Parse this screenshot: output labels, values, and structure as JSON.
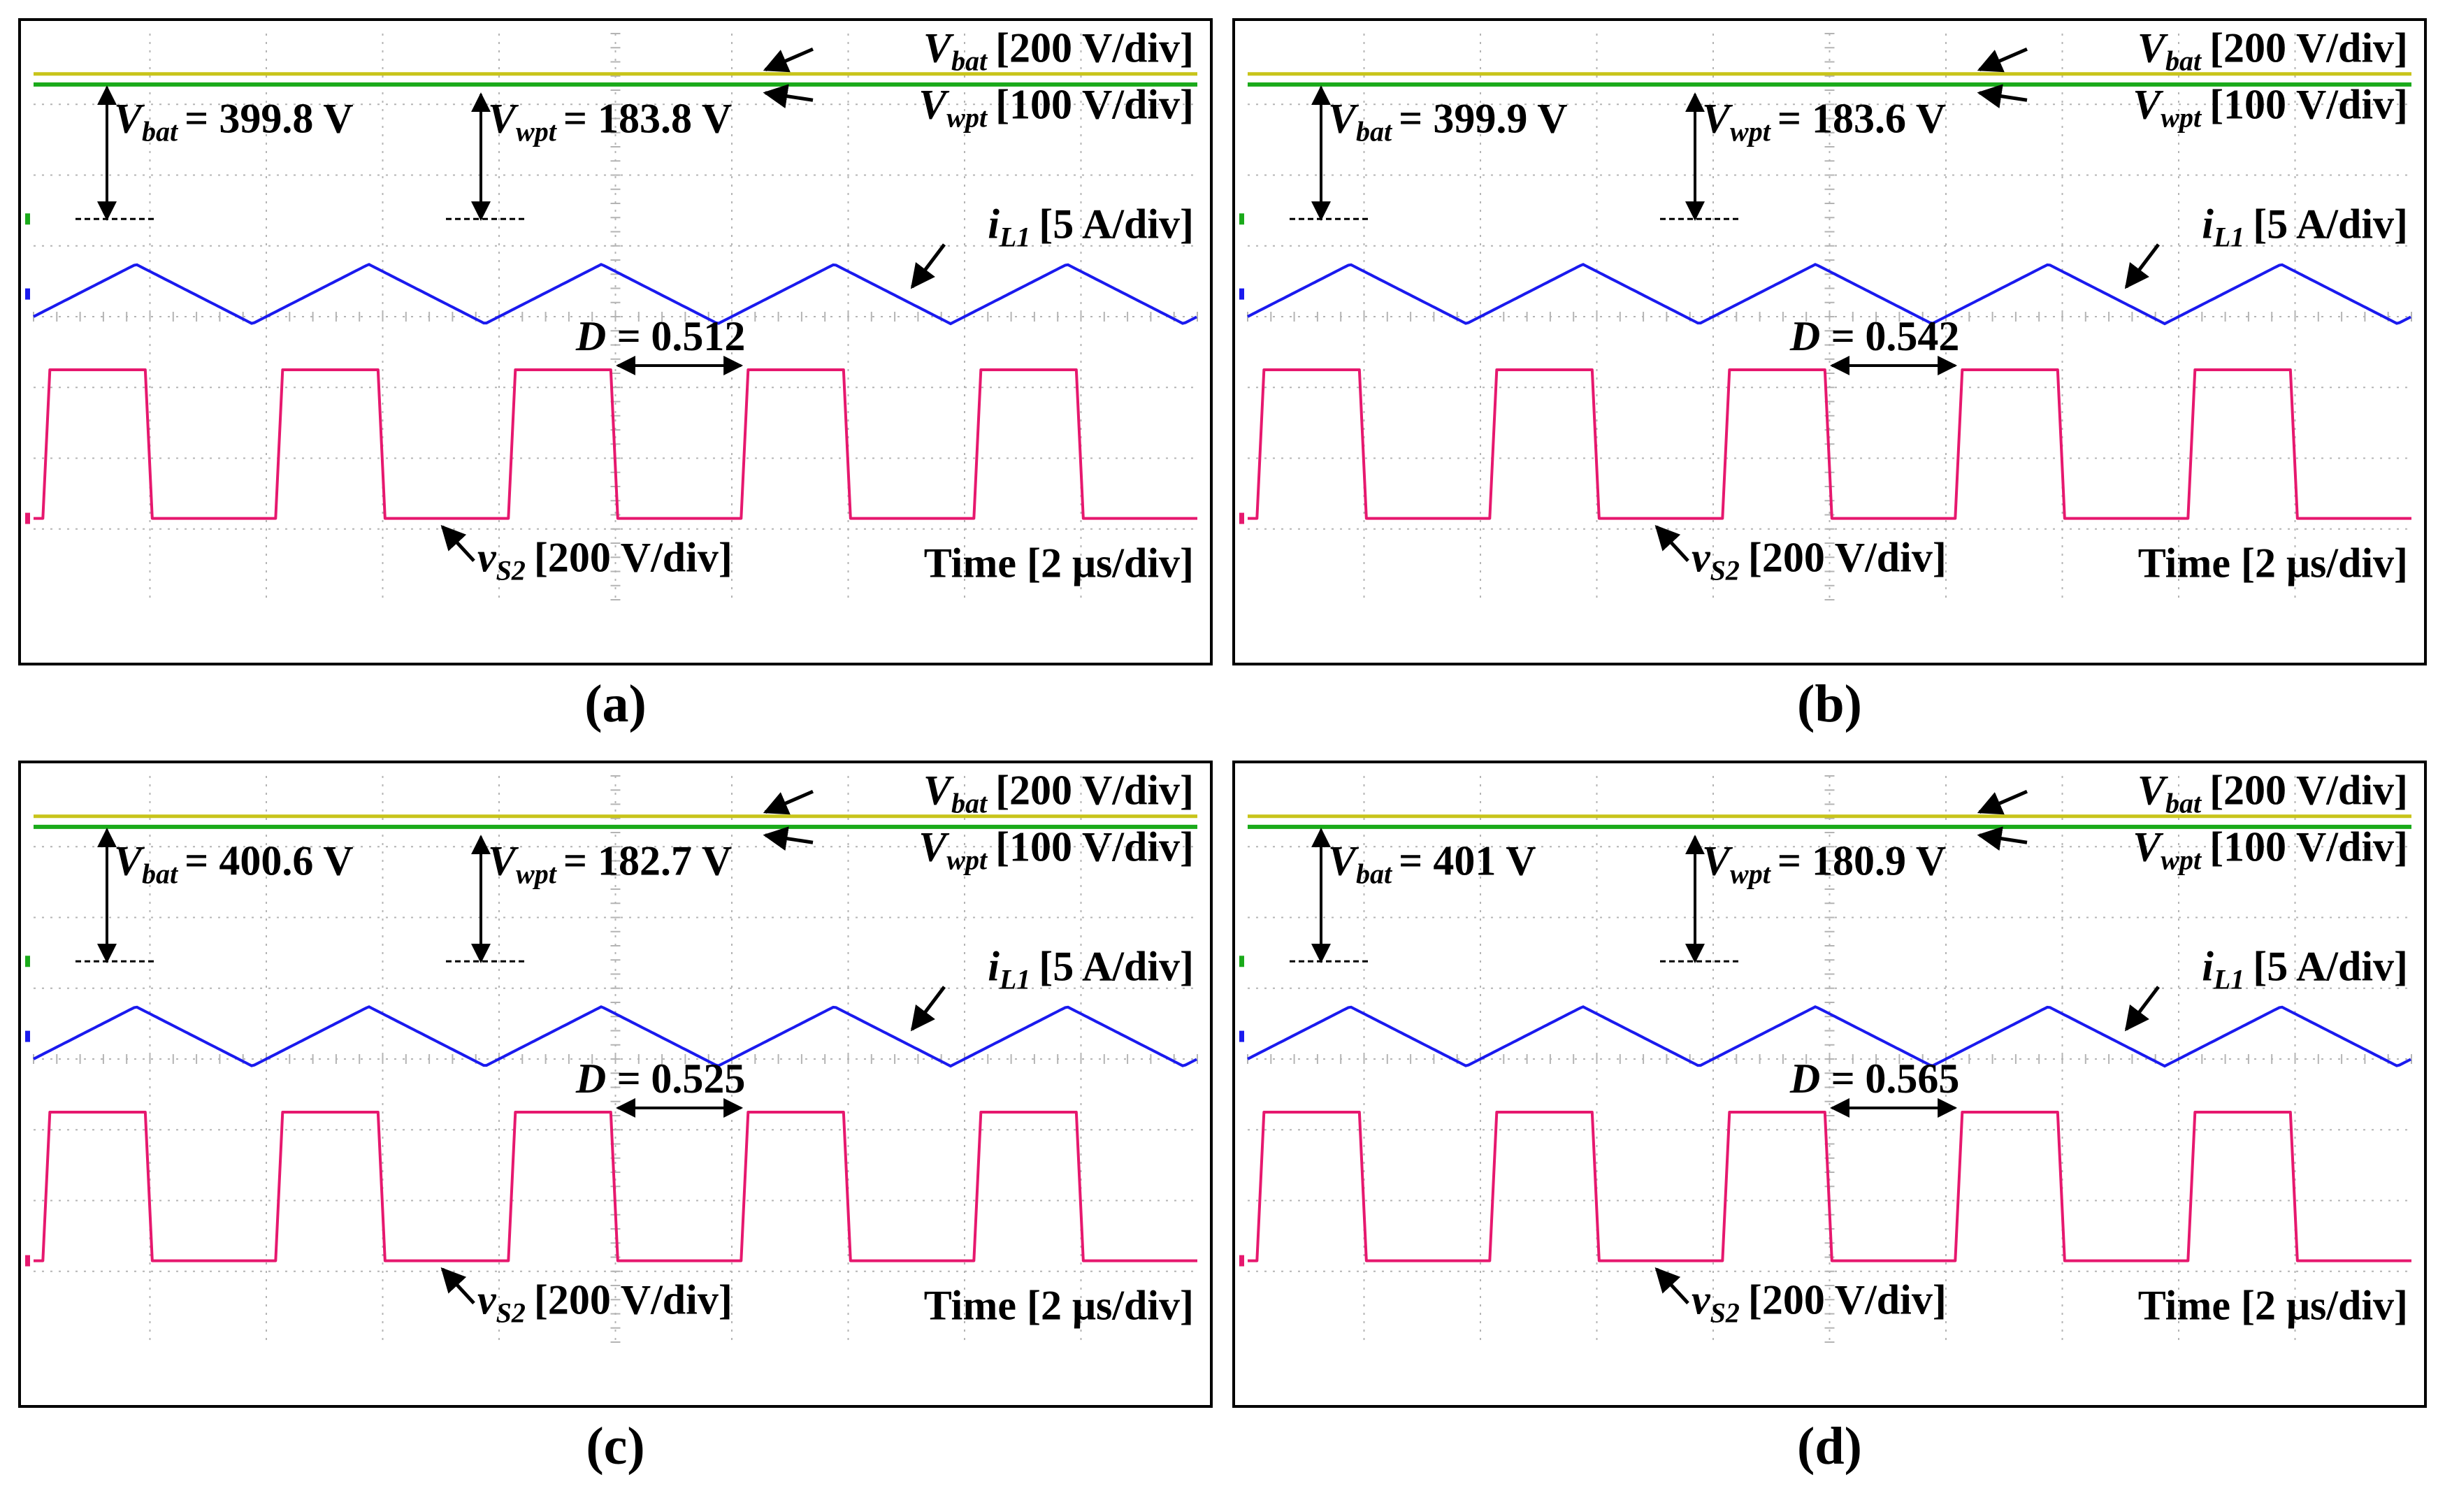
{
  "figure": {
    "colors": {
      "vbat": "#c8c41a",
      "vwpt": "#1aaa1a",
      "il1": "#1a1aee",
      "vs2": "#e6186e",
      "grid": "#b4b4b4",
      "frame": "#000000",
      "annot": "#000000"
    },
    "common_labels": {
      "vbat_sym": "V",
      "vbat_sub": "bat",
      "vbat_scale": "[200 V/div]",
      "vwpt_sym": "V",
      "vwpt_sub": "wpt",
      "vwpt_scale": "[100 V/div]",
      "il1_sym": "i",
      "il1_sub": "L1",
      "il1_scale": "[5 A/div]",
      "vs2_sym": "v",
      "vs2_sub": "S2",
      "vs2_scale": "[200 V/div]",
      "time_label": "Time [2 μs/div]",
      "duty_prefix": "D = "
    }
  },
  "chart_data": [
    {
      "type": "line",
      "panel_label": "(a)",
      "time_per_div_us": 2,
      "measurements": {
        "vbat_text": "= 399.8 V",
        "vwpt_text": "= 183.8 V",
        "duty_text": "0.512"
      },
      "vbat_V": 399.8,
      "vwpt_V": 183.8,
      "duty": 0.512,
      "vs2_on_to_off": 0.47,
      "series": [
        {
          "name": "Vbat",
          "scale": "200 V/div",
          "waveform": "dc"
        },
        {
          "name": "Vwpt",
          "scale": "100 V/div",
          "waveform": "dc"
        },
        {
          "name": "iL1",
          "scale": "5 A/div",
          "waveform": "triangle",
          "period_div": 2
        },
        {
          "name": "vS2",
          "scale": "200 V/div",
          "waveform": "square",
          "period_div": 2
        }
      ]
    },
    {
      "type": "line",
      "panel_label": "(b)",
      "time_per_div_us": 2,
      "measurements": {
        "vbat_text": "= 399.9 V",
        "vwpt_text": "= 183.6 V",
        "duty_text": "0.542"
      },
      "vbat_V": 399.9,
      "vwpt_V": 183.6,
      "duty": 0.542,
      "vs2_on_to_off": 0.47,
      "series": [
        {
          "name": "Vbat",
          "scale": "200 V/div",
          "waveform": "dc"
        },
        {
          "name": "Vwpt",
          "scale": "100 V/div",
          "waveform": "dc"
        },
        {
          "name": "iL1",
          "scale": "5 A/div",
          "waveform": "triangle",
          "period_div": 2
        },
        {
          "name": "vS2",
          "scale": "200 V/div",
          "waveform": "square",
          "period_div": 2
        }
      ]
    },
    {
      "type": "line",
      "panel_label": "(c)",
      "time_per_div_us": 2,
      "measurements": {
        "vbat_text": "= 400.6 V",
        "vwpt_text": "= 182.7 V",
        "duty_text": "0.525"
      },
      "vbat_V": 400.6,
      "vwpt_V": 182.7,
      "duty": 0.525,
      "vs2_on_to_off": 0.47,
      "series": [
        {
          "name": "Vbat",
          "scale": "200 V/div",
          "waveform": "dc"
        },
        {
          "name": "Vwpt",
          "scale": "100 V/div",
          "waveform": "dc"
        },
        {
          "name": "iL1",
          "scale": "5 A/div",
          "waveform": "triangle",
          "period_div": 2
        },
        {
          "name": "vS2",
          "scale": "200 V/div",
          "waveform": "square",
          "period_div": 2
        }
      ]
    },
    {
      "type": "line",
      "panel_label": "(d)",
      "time_per_div_us": 2,
      "measurements": {
        "vbat_text": "= 401 V",
        "vwpt_text": "= 180.9 V",
        "duty_text": "0.565"
      },
      "vbat_V": 401,
      "vwpt_V": 180.9,
      "duty": 0.565,
      "vs2_on_to_off": 0.47,
      "series": [
        {
          "name": "Vbat",
          "scale": "200 V/div",
          "waveform": "dc"
        },
        {
          "name": "Vwpt",
          "scale": "100 V/div",
          "waveform": "dc"
        },
        {
          "name": "iL1",
          "scale": "5 A/div",
          "waveform": "triangle",
          "period_div": 2
        },
        {
          "name": "vS2",
          "scale": "200 V/div",
          "waveform": "square",
          "period_div": 2
        }
      ]
    }
  ]
}
